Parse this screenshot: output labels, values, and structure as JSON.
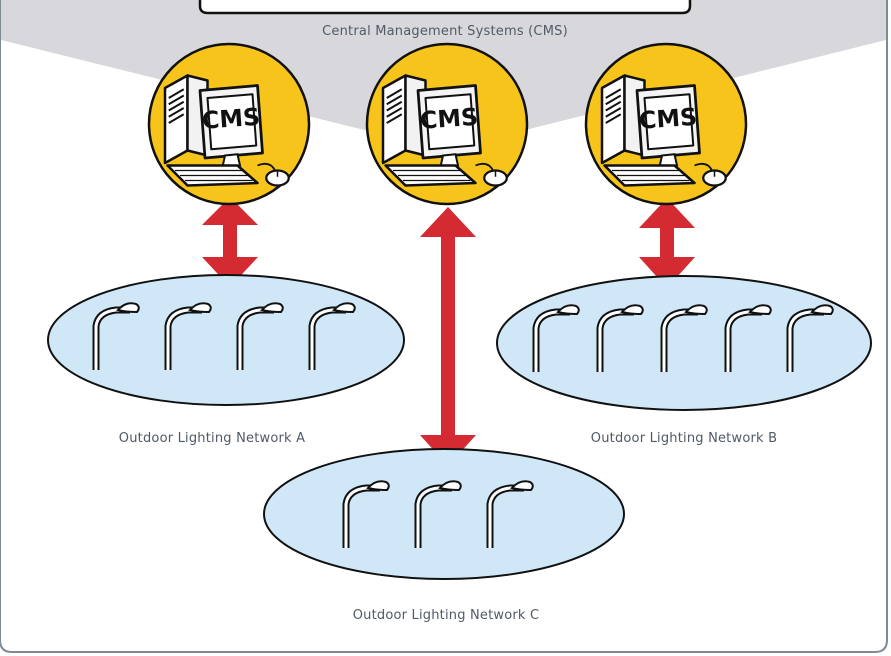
{
  "header_caption": "Central Management Systems (CMS)",
  "cms_nodes": [
    {
      "screen_label": "CMS"
    },
    {
      "screen_label": "CMS"
    },
    {
      "screen_label": "CMS"
    }
  ],
  "networks": [
    {
      "label": "Outdoor Lighting Network A",
      "lamp_count": 4
    },
    {
      "label": "Outdoor Lighting Network B",
      "lamp_count": 5
    },
    {
      "label": "Outdoor Lighting Network C",
      "lamp_count": 3
    }
  ],
  "colors": {
    "cms_circle": "#f7c41c",
    "network_fill": "#cfe7f7",
    "arrow": "#d42a32",
    "grey_band": "#d8d8dc",
    "frame": "#808a94",
    "label_text": "#505a66"
  },
  "icons": {
    "computer": "desktop-computer-icon",
    "lamp": "street-lamp-icon",
    "arrow": "double-headed-arrow-icon"
  }
}
